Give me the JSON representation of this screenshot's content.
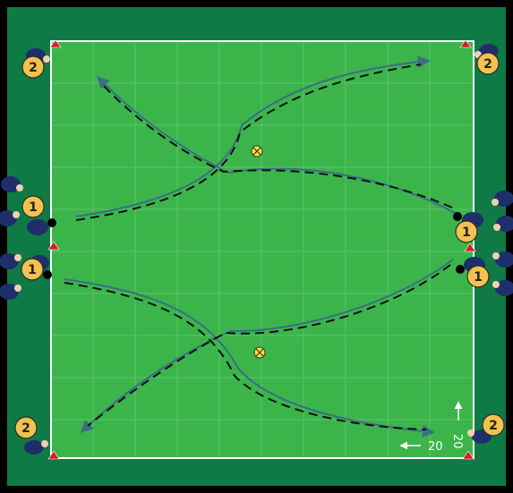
{
  "diagram": {
    "colors": {
      "outer_border": "#000000",
      "surround": "#0f7a45",
      "pitch": "#3bb54a",
      "pitch_grid": "#5ec266",
      "lines": "#ffffff",
      "run_path": "#3a6f86",
      "pass_path": "#111111",
      "cone": "#d81e1e",
      "player_badge": "#f2c14e",
      "player_body": "#1f2f6b",
      "ball": "#f2e43a"
    },
    "players": {
      "group1_left_top": "1",
      "group1_left_bottom": "1",
      "group1_right_top": "1",
      "group1_right_bottom": "1",
      "group2_top_left": "2",
      "group2_top_right": "2",
      "group2_bottom_left": "2",
      "group2_bottom_right": "2"
    },
    "dimensions": {
      "width_label": "20",
      "length_label": "20"
    },
    "icons": {
      "cone": "triangle-cone-icon",
      "ball": "soccer-ball-icon",
      "player": "player-figure-icon",
      "arrow": "arrow-head-icon"
    }
  }
}
